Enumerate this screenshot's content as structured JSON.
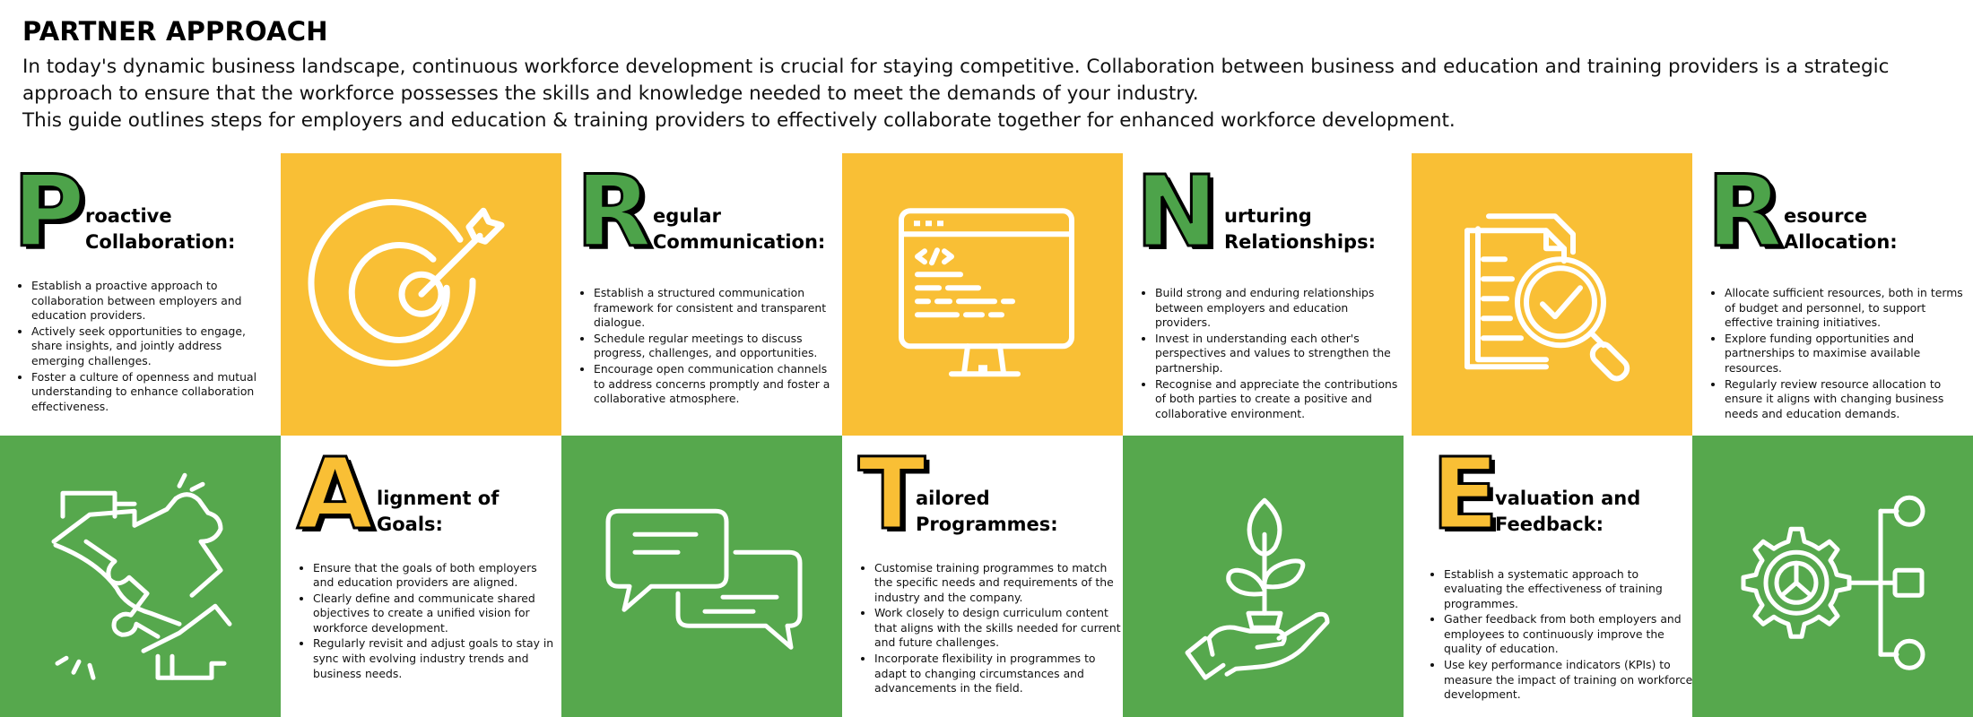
{
  "page": {
    "title": "PARTNER APPROACH",
    "intro": [
      "In today's dynamic business landscape, continuous workforce development is crucial for staying competitive. Collaboration between business and education and training providers is a strategic approach to ensure that the workforce possesses the skills and knowledge needed to meet the demands of your industry.",
      "This guide outlines steps for employers and education & training providers to effectively collaborate together for enhanced workforce development."
    ]
  },
  "colors": {
    "yellow": "#F9BF35",
    "green": "#56A84D",
    "white": "#FFFFFF"
  },
  "steps": [
    {
      "letter": "P",
      "heading": [
        "roactive",
        "Collaboration:"
      ],
      "points": [
        "Establish a proactive approach to collaboration between employers and education providers.",
        "Actively seek opportunities to engage, share insights, and jointly address emerging challenges.",
        "Foster a culture of openness and mutual understanding to enhance collaboration effectiveness."
      ]
    },
    {
      "letter": "R",
      "heading": [
        "egular",
        "Communication:"
      ],
      "points": [
        "Establish a structured communication framework for consistent and transparent dialogue.",
        "Schedule regular meetings to discuss progress, challenges, and opportunities.",
        "Encourage open communication channels to address concerns promptly and foster a collaborative atmosphere."
      ]
    },
    {
      "letter": "N",
      "heading": [
        "urturing",
        "Relationships:"
      ],
      "points": [
        "Build strong and enduring relationships between employers and education providers.",
        "Invest in understanding each other's perspectives and values to strengthen the partnership.",
        "Recognise and appreciate the contributions of both parties to create a positive and collaborative environment."
      ]
    },
    {
      "letter": "R",
      "heading": [
        "esource",
        "Allocation:"
      ],
      "points": [
        "Allocate sufficient resources, both in terms of budget and personnel, to support effective training initiatives.",
        "Explore funding opportunities and partnerships to maximise available resources.",
        "Regularly review resource allocation to ensure it aligns with changing business needs and education demands."
      ]
    },
    {
      "letter": "A",
      "heading": [
        "lignment of",
        "Goals:"
      ],
      "points": [
        "Ensure that the goals of both employers and education providers are aligned.",
        "Clearly define and communicate shared objectives to create a unified vision for workforce development.",
        "Regularly revisit and adjust goals to stay in sync with evolving industry trends and business needs."
      ]
    },
    {
      "letter": "T",
      "heading": [
        "ailored",
        "Programmes:"
      ],
      "points": [
        "Customise training programmes to match the specific needs and requirements of the industry and the company.",
        "Work closely to design curriculum content that aligns with the skills needed for current and future challenges.",
        "Incorporate flexibility in programmes to adapt to changing circumstances and advancements in the field."
      ]
    },
    {
      "letter": "E",
      "heading": [
        "valuation and",
        "Feedback:"
      ],
      "points": [
        "Establish a systematic approach to evaluating the effectiveness of training programmes.",
        "Gather feedback from both employers and employees to continuously improve the quality of education.",
        "Use key performance indicators (KPIs) to measure the impact of training on workforce development."
      ]
    }
  ],
  "icons": [
    "target-icon",
    "monitor-code-icon",
    "document-check-icon",
    "puzzle-hands-icon",
    "chat-bubbles-icon",
    "plant-hand-icon",
    "gear-network-icon"
  ]
}
